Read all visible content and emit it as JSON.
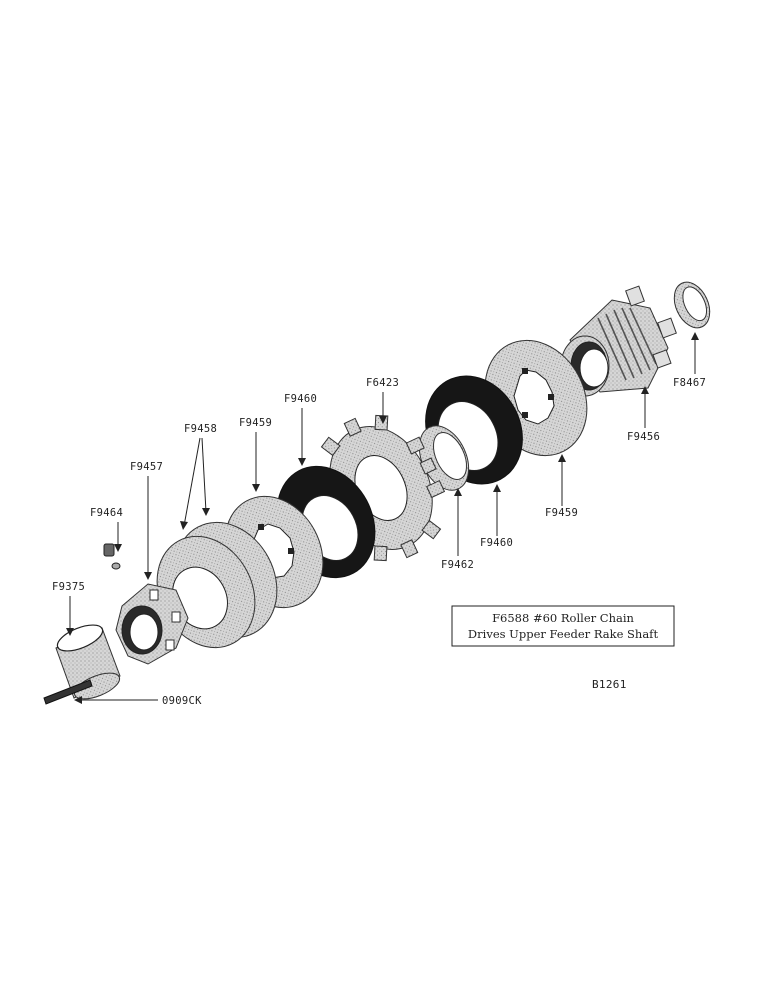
{
  "parts": [
    {
      "id": "F8467"
    },
    {
      "id": "F9456"
    },
    {
      "id": "F9459"
    },
    {
      "id": "F9460"
    },
    {
      "id": "F9462"
    },
    {
      "id": "F6423"
    },
    {
      "id": "F9460"
    },
    {
      "id": "F9459"
    },
    {
      "id": "F9458"
    },
    {
      "id": "F9457"
    },
    {
      "id": "F9464"
    },
    {
      "id": "F9375"
    },
    {
      "id": "0909CK"
    }
  ],
  "note": {
    "line1": "F6588 #60 Roller Chain",
    "line2": "Drives Upper Feeder Rake Shaft"
  },
  "drawing_number": "B1261",
  "colors": {
    "ink": "#222222",
    "stipple": "#c9c9c9",
    "dark_disc": "#1a1a1a"
  }
}
